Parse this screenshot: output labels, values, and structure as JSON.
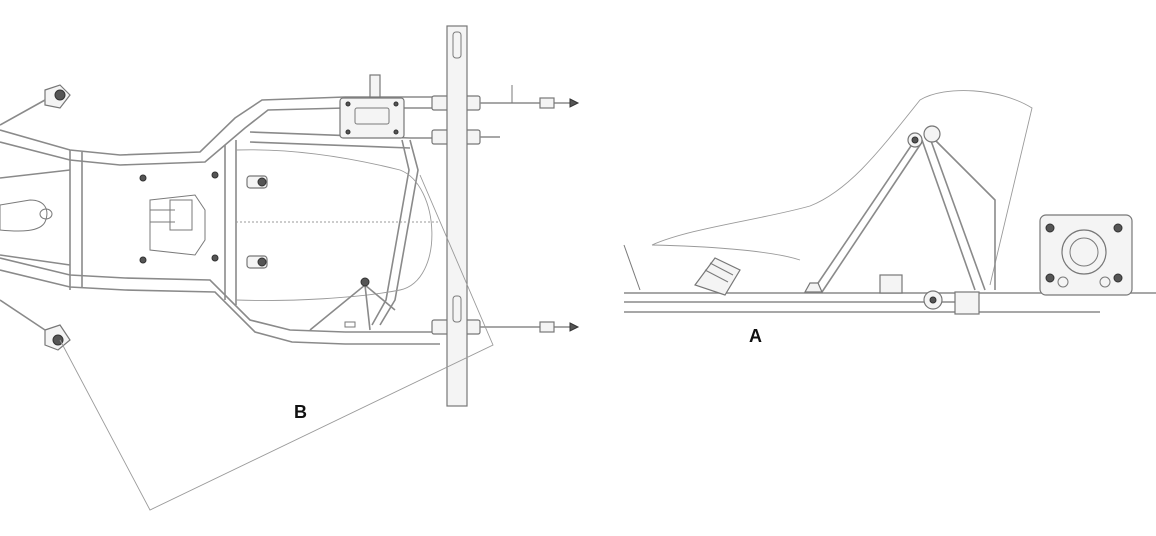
{
  "diagram": {
    "views": [
      {
        "id": "top",
        "label": "B"
      },
      {
        "id": "side",
        "label": "A"
      }
    ],
    "colors": {
      "line": "#8a8a8a",
      "ink": "#111111",
      "background": "#ffffff"
    }
  }
}
